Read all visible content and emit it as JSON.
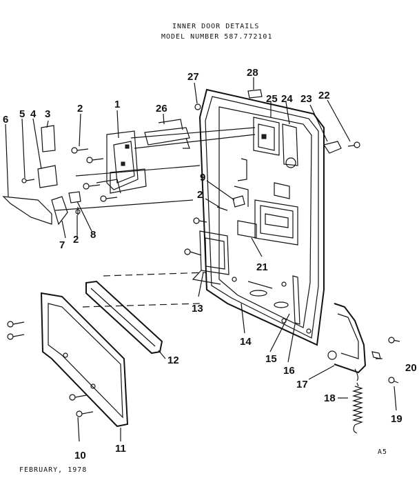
{
  "header": {
    "title": "INNER DOOR DETAILS",
    "model": "MODEL NUMBER 587.772101"
  },
  "footer": {
    "date": "FEBRUARY, 1978",
    "page_code": "A5"
  },
  "callouts": [
    "1",
    "2",
    "3",
    "4",
    "5",
    "6",
    "7",
    "8",
    "9",
    "10",
    "11",
    "12",
    "13",
    "14",
    "15",
    "16",
    "17",
    "18",
    "19",
    "20",
    "21",
    "22",
    "23",
    "24",
    "25",
    "26",
    "27",
    "28"
  ],
  "extra_callouts": {
    "second_2a": "2",
    "second_2b": "2"
  }
}
